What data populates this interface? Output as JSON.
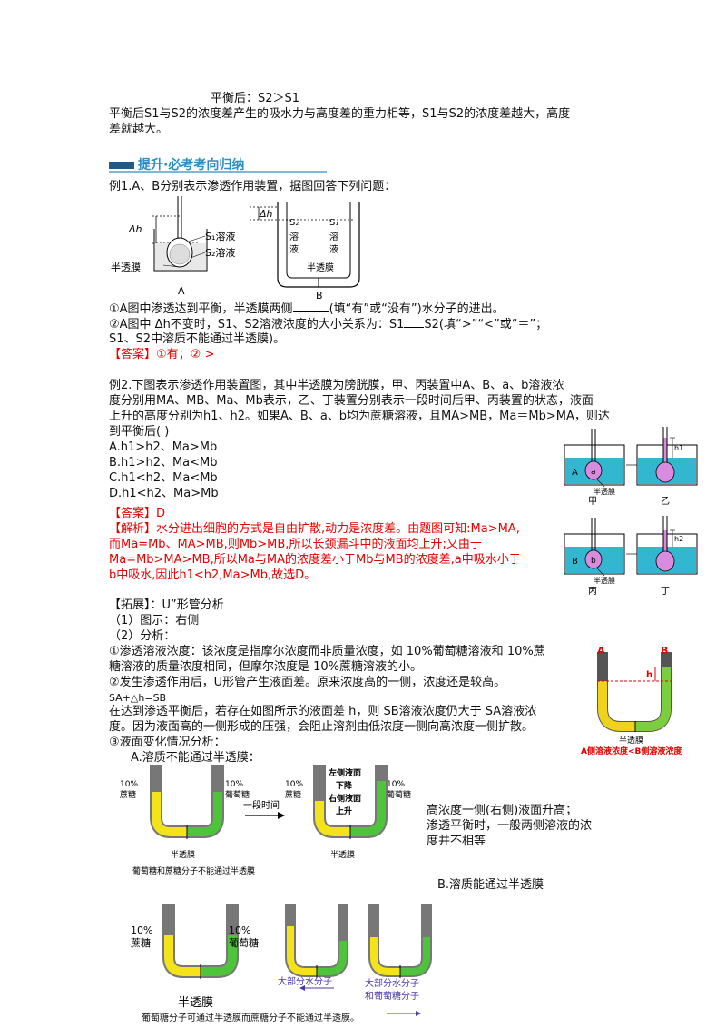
{
  "top": {
    "balance_after": "平衡后：S2＞S1",
    "balance_note_1": "平衡后S1与S2的浓度差产生的吸水力与高度差的重力相等，S1与S2的浓度差越大，高度",
    "balance_note_2": "差就越大。"
  },
  "section": {
    "title": "提升·必考考向归纳"
  },
  "ex1": {
    "stem": "例1.A、B分别表示渗透作用装置，据图回答下列问题：",
    "fig": {
      "dh": "Δh",
      "s1": "S₁溶液",
      "s2": "S₂溶液",
      "membrane": "半透膜",
      "label_a": "A",
      "s2_col": [
        "S₂",
        "溶",
        "液"
      ],
      "s1_col": [
        "S₁",
        "溶",
        "液"
      ],
      "membrane_b": "半透膜",
      "label_b": "B"
    },
    "q1_a": "①A图中渗透达到平衡，半透膜两侧",
    "q1_b": "(填“有”或“没有”)水分子的进出。",
    "q2_a": "②A图中 Δh不变时，S1、S2溶液浓度的大小关系为：S1",
    "q2_b": "S2(填“>”“<”或“＝”；",
    "q2_c": "S1、S2中溶质不能通过半透膜)。",
    "answer": "【答案】①有；② >"
  },
  "ex2": {
    "stem_1": "例2.下图表示渗透作用装置图，其中半透膜为膀胱膜，甲、丙装置中A、B、a、b溶液浓",
    "stem_2": "度分别用MA、MB、Ma、Mb表示，乙、丁装置分别表示一段时间后甲、丙装置的状态，液面",
    "stem_3": "上升的高度分别为h1、h2。如果A、B、a、b均为蔗糖溶液，且MA>MB，Ma＝Mb>MA，则达",
    "stem_4": "到平衡后(     )",
    "options": [
      "A.h1>h2、Ma>Mb",
      "B.h1>h2、Ma<Mb",
      "C.h1<h2、Ma<Mb",
      "D.h1<h2、Ma>Mb"
    ],
    "answer": "【答案】D",
    "analysis_1": "【解析】水分进出细胞的方式是自由扩散,动力是浓度差。由题图可知:Ma>MA,",
    "analysis_2": "而Ma=Mb、MA>MB,则Mb>MB,所以长颈漏斗中的液面均上升;又由于",
    "analysis_3": "Ma=Mb>MA>MB,所以Ma与MA的浓度差小于Mb与MB的浓度差,a中吸水小于",
    "analysis_4": "b中吸水,因此h1<h2,Ma>Mb,故选D。",
    "fig": {
      "a_lbl": "A",
      "a_small": "a",
      "b_lbl": "B",
      "b_small": "b",
      "membrane1": "半透膜",
      "membrane2": "半透膜",
      "jia": "甲",
      "yi": "乙",
      "bing": "丙",
      "ding": "丁",
      "h1": "h1",
      "h2": "h2"
    }
  },
  "ext": {
    "head": "【拓展】：U”形管分析",
    "p1": "（1）图示：右侧",
    "p2": "（2）分析：",
    "c1_1": "①渗透溶液浓度：该浓度是指摩尔浓度而非质量浓度，如 10%葡萄糖溶液和 10%蔗",
    "c1_2": "糖溶液的质量浓度相同，但摩尔浓度是 10%蔗糖溶液的小。",
    "c2": "②发生渗透作用后，U形管产生液面差。原来浓度高的一侧，浓度还是较高。",
    "formula": "SA+△h=SB",
    "c3_1": "在达到渗透平衡后，若存在如图所示的液面差 h，则 SB溶液浓度仍大于 SA溶液浓",
    "c3_2": "度。因为液面高的一侧形成的压强，会阻止溶剂由低浓度一侧向高浓度一侧扩散。",
    "c4": "③液面变化情况分析：",
    "ua_title": "A.溶质不能通过半透膜：",
    "u_fig": {
      "a": "A",
      "b": "B",
      "h": "h",
      "membrane": "半透膜",
      "caption": "A侧溶液浓度<B侧溶液浓度"
    },
    "figA": {
      "left1": "10%",
      "left2": "蔗糖",
      "right1": "10%",
      "right2": "葡萄糖",
      "arrow": "一段时间",
      "left1b": "10%",
      "left2b": "蔗糖",
      "right1b": "10%",
      "right2b": "葡萄糖",
      "mid1": "左侧液面",
      "mid2": "下降",
      "mid3": "右侧液面",
      "mid4": "上升",
      "membrane1": "半透膜",
      "membrane2": "半透膜",
      "caption": "葡萄糖和蔗糖分子不能通过半透膜"
    },
    "noteA_1": "高浓度一侧(右侧)液面升高；",
    "noteA_2": "渗透平衡时，一般两侧溶液的浓",
    "noteA_3": "度并不相等",
    "ub_title": "B.溶质能通过半透膜",
    "figB": {
      "left1": "10%",
      "left2": "蔗糖",
      "right1": "10%",
      "right2": "葡萄糖",
      "membrane": "半透膜",
      "arrow1": "大部分水分子",
      "arrow2a": "大部分水分子",
      "arrow2b": "和葡萄糖分子",
      "caption": "葡萄糖分子可通过半透膜而蔗糖分子不能通过半透膜。"
    }
  }
}
